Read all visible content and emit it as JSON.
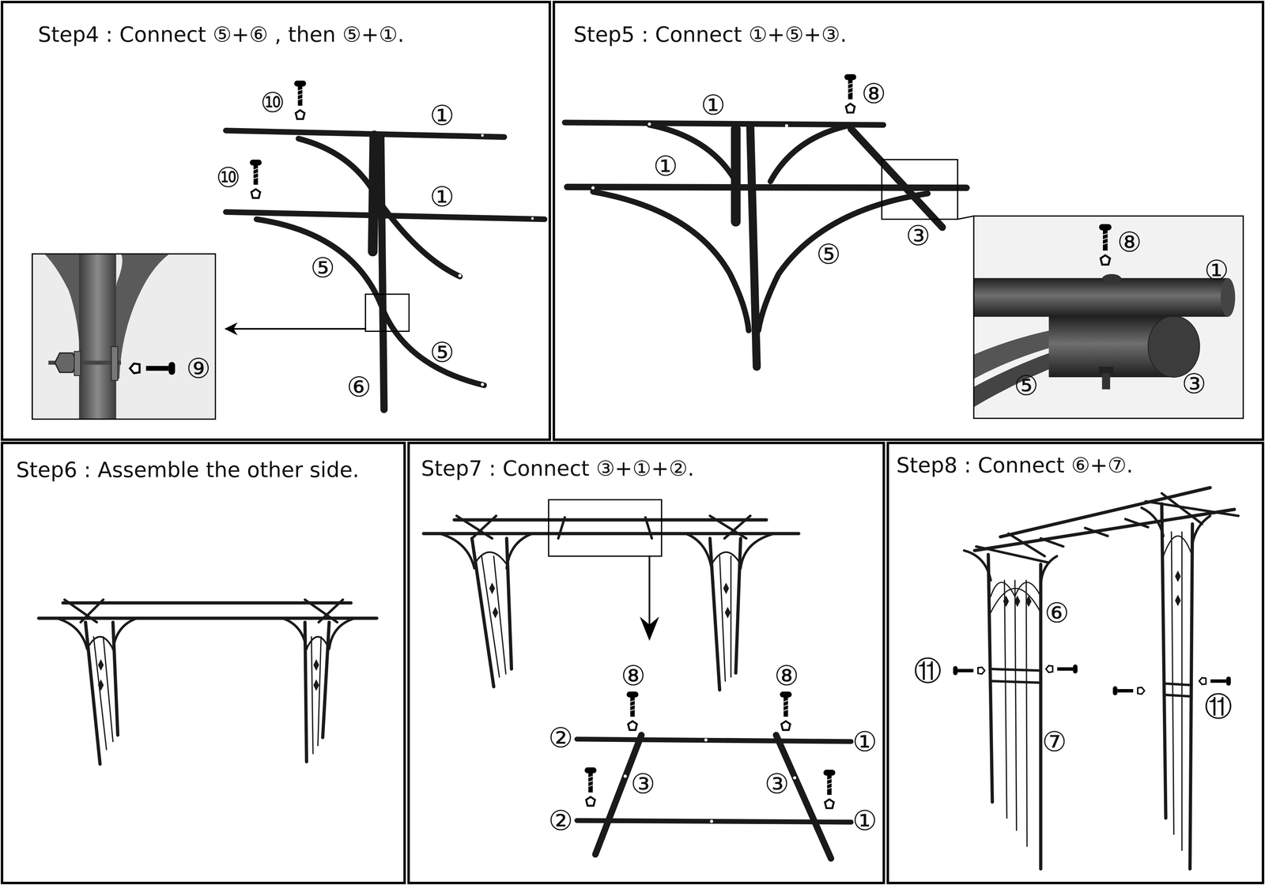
{
  "diagram": {
    "nodes": [
      {
        "text": [
          "Step4 : Connect ⑤+⑥ , then ⑤+①."
        ]
      },
      {
        "text": [
          "Step5 : Connect ①+⑤+③."
        ]
      },
      {
        "text": [
          "Step6 : Assemble the other side."
        ]
      },
      {
        "text": [
          "Step7 : Connect ③+①+②."
        ]
      },
      {
        "text": [
          "Step8 : Connect ⑥+⑦."
        ]
      }
    ],
    "labels": [
      "⑩",
      "①",
      "⑩",
      "①",
      "⑤",
      "⑨",
      "⑤",
      "⑥",
      "①",
      "⑧",
      "①",
      "⑤",
      "③",
      "⑧",
      "①",
      "⑤",
      "③",
      "⑧",
      "⑧",
      "②",
      "①",
      "③",
      "③",
      "②",
      "①",
      "⑥",
      "⑪",
      "⑦",
      "⑪"
    ]
  }
}
